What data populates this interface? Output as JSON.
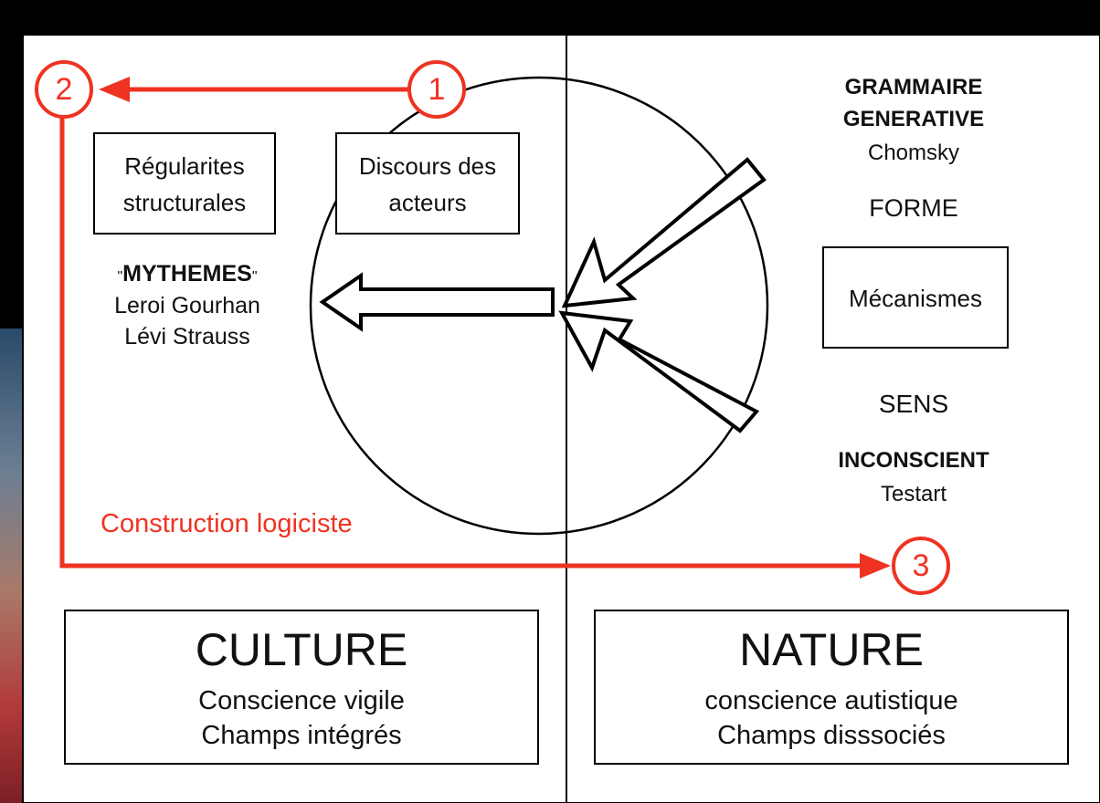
{
  "steps": [
    "1",
    "2",
    "3"
  ],
  "left": {
    "box_regularites": [
      "Régularites",
      "structurales"
    ],
    "box_discours": [
      "Discours des",
      "acteurs"
    ],
    "mythemes_open_quote": "\"",
    "mythemes": "MYTHEMES",
    "mythemes_close_quote": "\"",
    "authors": [
      "Leroi Gourhan",
      "Lévi Strauss"
    ],
    "construction": "Construction logiciste"
  },
  "right": {
    "grammaire": "GRAMMAIRE",
    "generative": "GENERATIVE",
    "chomsky": "Chomsky",
    "forme": "FORME",
    "box_mecanismes": "Mécanismes",
    "sens": "SENS",
    "inconscient": "INCONSCIENT",
    "testart": "Testart"
  },
  "culture": {
    "title": "CULTURE",
    "lines": [
      "Conscience vigile",
      "Champs intégrés"
    ]
  },
  "nature": {
    "title": "NATURE",
    "lines": [
      "conscience autistique",
      "Champs disssociés"
    ]
  },
  "colors": {
    "accent": "#ee3322",
    "line": "#000000"
  }
}
